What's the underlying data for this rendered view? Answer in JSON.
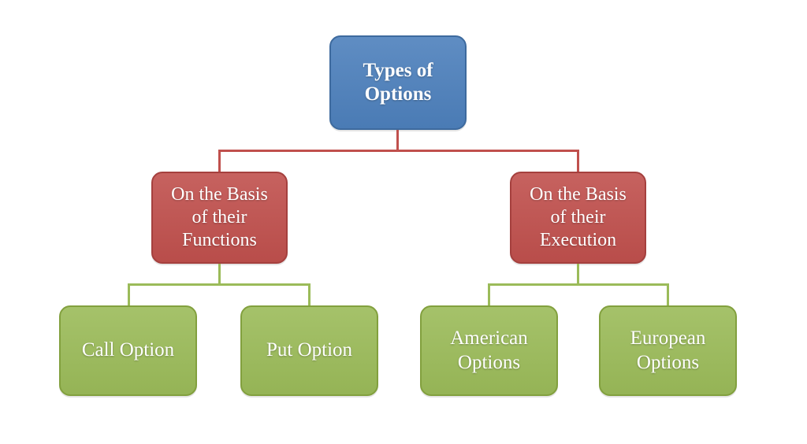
{
  "colors": {
    "background": "#ffffff",
    "text": "#ffffff",
    "root_fill": "#4d80bc",
    "root_border": "#3d6a9e",
    "branch_fill": "#c0504d",
    "branch_border": "#a5403e",
    "leaf_fill": "#9bbb59",
    "leaf_border": "#82a03e",
    "red_line": "#c0504d",
    "green_line": "#9bbb59"
  },
  "diagram": {
    "type": "tree",
    "root": {
      "label": "Types of\nOptions"
    },
    "branches": [
      {
        "label": "On the Basis\nof their\nFunctions",
        "children": [
          {
            "label": "Call Option"
          },
          {
            "label": "Put Option"
          }
        ]
      },
      {
        "label": "On the Basis\nof their\nExecution",
        "children": [
          {
            "label": "American\nOptions"
          },
          {
            "label": "European\nOptions"
          }
        ]
      }
    ]
  }
}
